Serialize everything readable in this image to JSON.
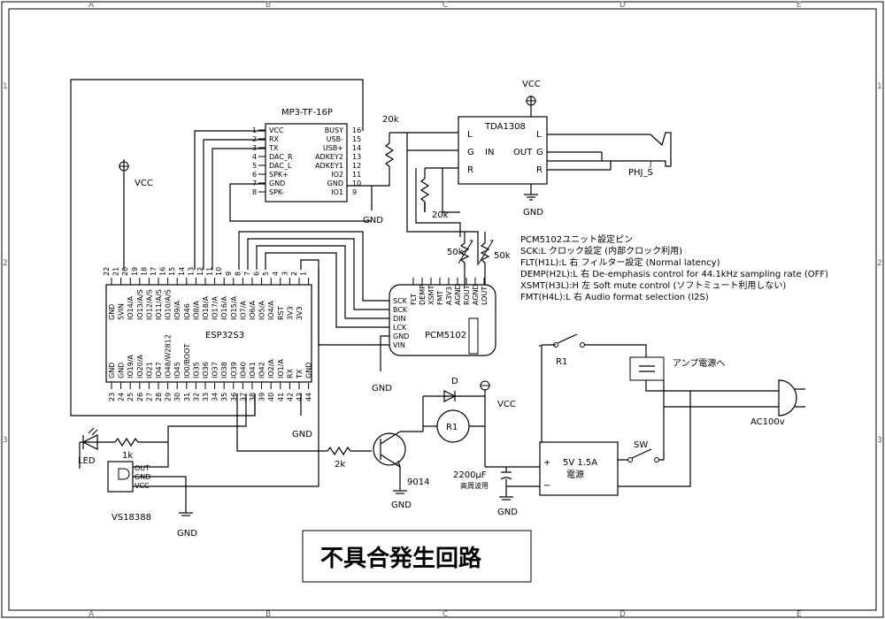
{
  "title": "不具合発生回路",
  "grid": {
    "cols": [
      "A",
      "B",
      "C",
      "D",
      "E"
    ],
    "rows": [
      "1",
      "2",
      "3"
    ]
  },
  "mp3": {
    "name": "MP3-TF-16P",
    "left_pins": [
      [
        "1",
        "VCC"
      ],
      [
        "2",
        "RX"
      ],
      [
        "3",
        "TX"
      ],
      [
        "4",
        "DAC_R"
      ],
      [
        "5",
        "DAC_L"
      ],
      [
        "6",
        "SPK+"
      ],
      [
        "7",
        "GND"
      ],
      [
        "8",
        "SPK-"
      ]
    ],
    "right_pins": [
      [
        "16",
        "BUSY"
      ],
      [
        "15",
        "USB-"
      ],
      [
        "14",
        "USB+"
      ],
      [
        "13",
        "ADKEY2"
      ],
      [
        "12",
        "ADKEY1"
      ],
      [
        "11",
        "IO2"
      ],
      [
        "10",
        "GND"
      ],
      [
        "9",
        "IO1"
      ]
    ]
  },
  "tda": {
    "name": "TDA1308",
    "left": [
      "L",
      "G",
      "R"
    ],
    "center": "IN",
    "out_label": "OUT",
    "right": [
      "L",
      "G",
      "R"
    ]
  },
  "jack": {
    "ref": "J",
    "name": "PHJ_S"
  },
  "esp": {
    "name": "ESP32S3",
    "top_nums": [
      "22",
      "21",
      "20",
      "19",
      "18",
      "17",
      "16",
      "15",
      "14",
      "13",
      "12",
      "11",
      "10",
      "9",
      "8",
      "7",
      "6",
      "5",
      "4",
      "3",
      "2",
      "1"
    ],
    "top_labels": [
      "GND",
      "5VIN",
      "IO14/A",
      "IO13/A/S",
      "IO12/A/S",
      "IO11/A/S",
      "IO10/A/S",
      "IO9/A",
      "IO46",
      "IO8/A",
      "IO18/A",
      "IO17/A",
      "IO16/A",
      "IO15/A",
      "IO7/A",
      "IO6/A",
      "IO5/A",
      "IO4/A",
      "RST",
      "3V3",
      "3V3",
      ""
    ],
    "bot_nums": [
      "23",
      "24",
      "25",
      "26",
      "27",
      "28",
      "29",
      "30",
      "31",
      "32",
      "33",
      "34",
      "35",
      "36",
      "37",
      "38",
      "39",
      "40",
      "41",
      "42",
      "43",
      "44"
    ],
    "bot_labels": [
      "GND",
      "GND",
      "IO19/A",
      "IO20/A",
      "IO21",
      "IO47",
      "IO48/W2812",
      "IO45",
      "IO0/BOOT",
      "IO35",
      "IO36",
      "IO37",
      "IO38",
      "IO39",
      "IO40",
      "IO41",
      "IO42",
      "IO2/A",
      "IO1/A",
      "RX",
      "TX",
      "GND"
    ]
  },
  "pcm": {
    "name": "PCM5102",
    "left_pins": [
      "SCK",
      "BCK",
      "DIN",
      "LCK",
      "GND",
      "VIN"
    ],
    "top_pins": [
      "FLT",
      "DEMP",
      "XSMT",
      "FMT",
      "A3V3",
      "AGND",
      "ROUT",
      "AGND",
      "LOUT"
    ]
  },
  "notes": [
    "PCM5102ユニット設定ピン",
    "SCK:L クロック設定  (内部クロック利用)",
    "FLT(H1L):L 右  フィルター設定  (Normal latency)",
    "DEMP(H2L):L 右  De-emphasis control for 44.1kHz sampling rate  (OFF)",
    "XSMT(H3L):H 左   Soft mute control  (ソフトミュート利用しない)",
    "FMT(H4L):L 右  Audio format selection (I2S)"
  ],
  "labels": {
    "vcc": "VCC",
    "gnd": "GND",
    "r20k_a": "20k",
    "r20k_b": "20k",
    "r50k_a": "50k",
    "r50k_b": "50k",
    "led": "LED",
    "r1k": "1k",
    "r2k": "2k",
    "q": "9014",
    "diode": "D",
    "relay_coil": "R1",
    "cap": "2200μF",
    "cap_note": "高周波用",
    "relay_sw": "R1",
    "amp": "アンプ電源へ",
    "ac": "AC100v",
    "sw": "SW",
    "psu_v": "5V 1.5A",
    "psu_n": "電源",
    "plus": "+",
    "minus": "−",
    "ir": "VS18388",
    "ir_pins": [
      "OUT",
      "GND",
      "VCC"
    ]
  }
}
